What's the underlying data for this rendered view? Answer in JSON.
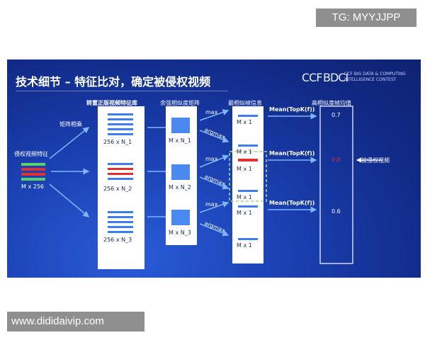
{
  "watermarks": {
    "top": "TG: MYYJJPP",
    "bottom": "www.dididaivip.com"
  },
  "slide": {
    "title": "技术细节 – 特征比对，确定被侵权视频",
    "logo": {
      "ccf": "CCF",
      "bdci": "BDCI",
      "subtitle_line1": "CCF BIG DATA & COMPUTING",
      "subtitle_line2": "INTELLIGENCE CONTEST"
    }
  },
  "diagram": {
    "query": {
      "label": "侵权视频特征",
      "dims": "M x 256",
      "matmul_label": "矩阵相乘"
    },
    "library": {
      "title": "转置正版视频特征库",
      "blocks": [
        "256 x N_1",
        "256 x N_2",
        "256 x N_3"
      ]
    },
    "similarity": {
      "title": "余弦相似度矩阵",
      "blocks": [
        "M x N_1",
        "M x N_2",
        "M x N_3"
      ]
    },
    "max_info": {
      "title": "最相似帧信息",
      "blocks": [
        "M x 1",
        "M x 1",
        "M x 1",
        "M x 1",
        "M x 1",
        "M x 1"
      ]
    },
    "ops": {
      "max": "max",
      "argmax": "argmax",
      "mean": "Mean(TopK(f))"
    },
    "avg": {
      "title": "高相似度帧均值",
      "values": [
        "0.7",
        "0.8",
        "0.6"
      ],
      "infringed_label": "被侵权视频"
    },
    "colors": {
      "accent_red": "#e03030",
      "stripe_green": "#5ad06a",
      "stripe_blue": "#6fa0ff",
      "dashed_green": "#9fdf7a"
    }
  }
}
